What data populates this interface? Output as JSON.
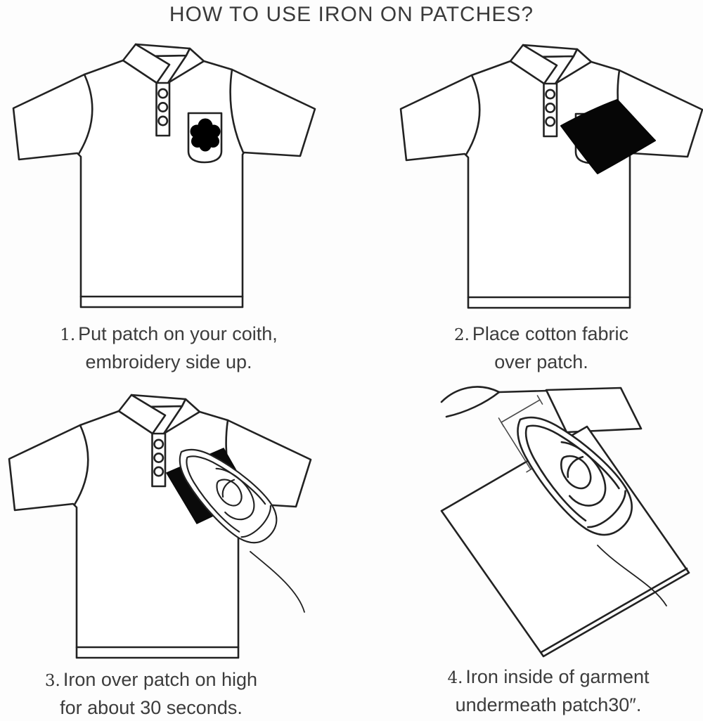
{
  "title": "HOW TO USE IRON ON PATCHES?",
  "steps": [
    {
      "number": "1.",
      "line1": "Put patch on your coith,",
      "line2": "embroidery side up.",
      "illustration": "polo-shirt-with-embroidered-patch"
    },
    {
      "number": "2.",
      "line1": "Place cotton fabric",
      "line2": "over patch.",
      "illustration": "polo-shirt-with-cotton-fabric-over-patch"
    },
    {
      "number": "3.",
      "line1": "Iron over patch on high",
      "line2": "for about 30 seconds.",
      "illustration": "iron-pressing-patch-on-shirt"
    },
    {
      "number": "4.",
      "line1": "Iron inside of garment",
      "line2": "undermeath patch30″.",
      "illustration": "iron-on-inside-of-garment"
    }
  ],
  "colors": {
    "line": "#222222",
    "text": "#3c3c3c",
    "patch_fill": "#000000",
    "background": "#ffffff"
  }
}
